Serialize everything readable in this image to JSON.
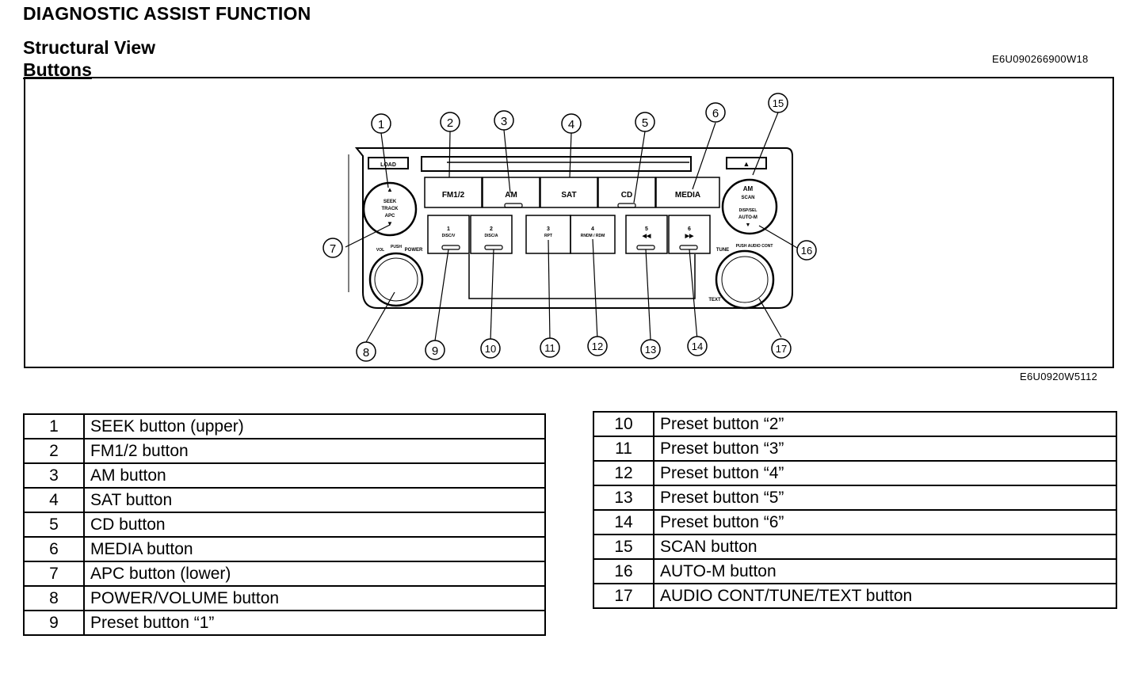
{
  "header": {
    "title": "DIAGNOSTIC ASSIST FUNCTION",
    "subtitle": "Structural View",
    "section": "Buttons",
    "doc_code": "E6U090266900W18"
  },
  "figure": {
    "code": "E6U0920W5112",
    "panel_labels": {
      "load": "LOAD",
      "eject": "▲",
      "fm": "FM1/2",
      "am": "AM",
      "sat": "SAT",
      "cd": "CD",
      "media": "MEDIA",
      "seek_up": "▲",
      "seek": "SEEK",
      "track": "TRACK",
      "apc": "APC",
      "seek_down": "▼",
      "vol": "VOL",
      "push": "PUSH",
      "power": "POWER",
      "scan_am": "AM",
      "scan": "SCAN",
      "disp": "DISP/SEL",
      "autom": "AUTO-M",
      "autom_down": "▼",
      "tune": "TUNE",
      "audio_cont": "PUSH AUDIO CONT",
      "text": "TEXT",
      "preset1_num": "1",
      "preset1_sub": "DISC/V",
      "preset2_num": "2",
      "preset2_sub": "DISC/A",
      "preset3_num": "3",
      "preset3_sub": "RPT",
      "preset4_num": "4",
      "preset4_sub": "RNDM / RDM",
      "preset5_num": "5",
      "preset5_sub": "◀◀",
      "preset6_num": "6",
      "preset6_sub": "▶▶"
    },
    "callouts": [
      "1",
      "2",
      "3",
      "4",
      "5",
      "6",
      "7",
      "8",
      "9",
      "10",
      "11",
      "12",
      "13",
      "14",
      "15",
      "16",
      "17"
    ]
  },
  "legend_left": [
    {
      "num": "1",
      "desc": "SEEK button (upper)"
    },
    {
      "num": "2",
      "desc": "FM1/2 button"
    },
    {
      "num": "3",
      "desc": "AM button"
    },
    {
      "num": "4",
      "desc": "SAT button"
    },
    {
      "num": "5",
      "desc": "CD button"
    },
    {
      "num": "6",
      "desc": "MEDIA button"
    },
    {
      "num": "7",
      "desc": "APC button (lower)"
    },
    {
      "num": "8",
      "desc": "POWER/VOLUME button"
    },
    {
      "num": "9",
      "desc": "Preset button “1”"
    }
  ],
  "legend_right": [
    {
      "num": "10",
      "desc": "Preset button “2”"
    },
    {
      "num": "11",
      "desc": "Preset button “3”"
    },
    {
      "num": "12",
      "desc": "Preset button “4”"
    },
    {
      "num": "13",
      "desc": "Preset button “5”"
    },
    {
      "num": "14",
      "desc": "Preset button “6”"
    },
    {
      "num": "15",
      "desc": "SCAN button"
    },
    {
      "num": "16",
      "desc": "AUTO-M button"
    },
    {
      "num": "17",
      "desc": "AUDIO CONT/TUNE/TEXT button"
    }
  ]
}
